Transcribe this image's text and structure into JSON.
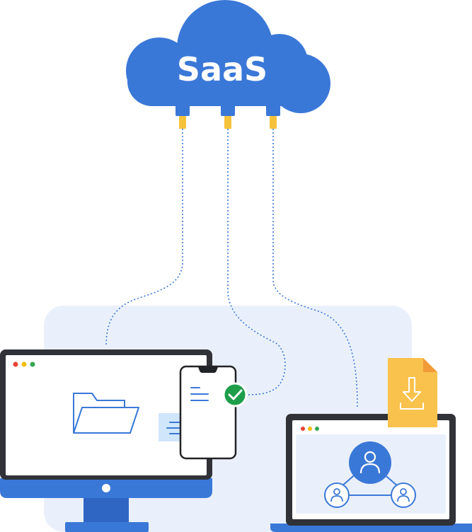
{
  "cloud": {
    "label": "SaaS",
    "color": "#3a78d8"
  },
  "colors": {
    "primary_blue": "#3a78d8",
    "panel_bg": "#eaf0fb",
    "device_dark": "#303238",
    "connector_gold": "#f5c23c",
    "check_green": "#1e9e4a",
    "file_orange": "#f9c24d",
    "bubble_light": "#cfe6fb",
    "dot_red": "#ea4335",
    "dot_yellow": "#fbbc04",
    "dot_green": "#34a853"
  },
  "icons": [
    "cloud-icon",
    "folder-icon",
    "document-icon",
    "check-icon",
    "chat-bubble-icon",
    "download-file-icon",
    "user-icon"
  ],
  "devices": [
    "desktop-monitor",
    "smartphone",
    "laptop"
  ]
}
